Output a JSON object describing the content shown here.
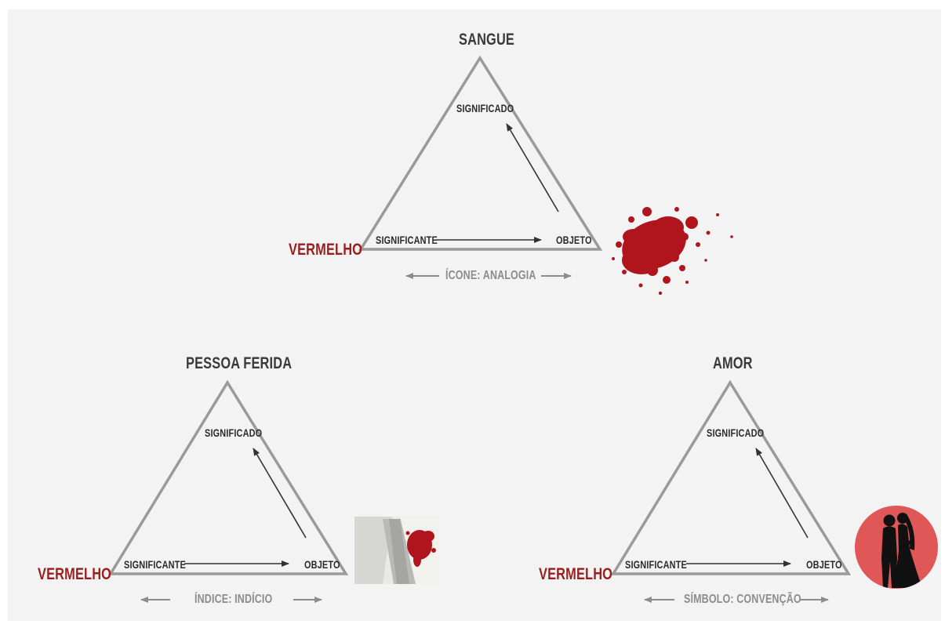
{
  "diagrams": [
    {
      "title": "SANGUE",
      "node_top": "SIGNIFICADO",
      "node_left": "SIGNIFICANTE",
      "node_right": "OBJETO",
      "signifier": "VERMELHO",
      "caption": "ÍCONE: ANALOGIA",
      "image": "blood-splatter"
    },
    {
      "title": "PESSOA FERIDA",
      "node_top": "SIGNIFICADO",
      "node_left": "SIGNIFICANTE",
      "node_right": "OBJETO",
      "signifier": "VERMELHO",
      "caption": "ÍNDICE: INDÍCIO",
      "image": "bloodstained-shirt-and-tie"
    },
    {
      "title": "AMOR",
      "node_top": "SIGNIFICADO",
      "node_left": "SIGNIFICANTE",
      "node_right": "OBJETO",
      "signifier": "VERMELHO",
      "caption": "SÍMBOLO: CONVENÇÃO",
      "image": "couple-silhouette-on-red-circle"
    }
  ],
  "colors": {
    "background": "#f3f3f3",
    "triangle_stroke": "#9a9a9a",
    "arrow": "#333333",
    "caption_arrow": "#8c8c8c",
    "signifier_red": "#9a1e1e",
    "blood_red": "#b0141c",
    "circle_red": "#e05757"
  }
}
